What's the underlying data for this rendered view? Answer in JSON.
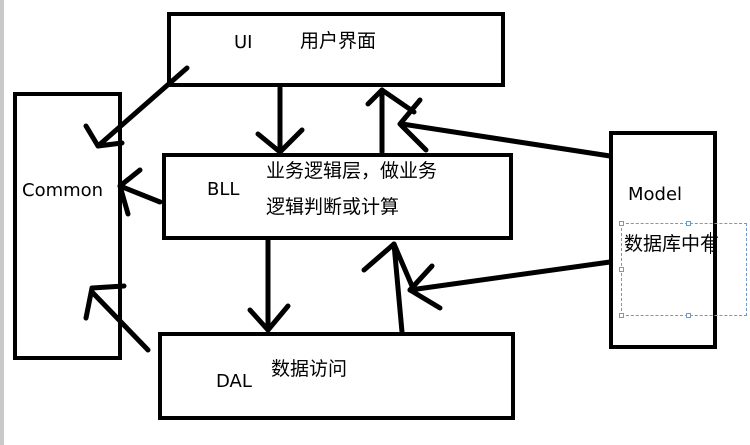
{
  "diagram": {
    "ui_box": {
      "tag": "UI",
      "text": "用户界面"
    },
    "common_box": {
      "text": "Common"
    },
    "bll_box": {
      "tag": "BLL",
      "line1": "业务逻辑层，做业务",
      "line2": "逻辑判断或计算"
    },
    "dal_box": {
      "tag": "DAL",
      "text": "数据访问"
    },
    "model_box": {
      "title": "Model",
      "edit_text": "数据库中有"
    }
  }
}
